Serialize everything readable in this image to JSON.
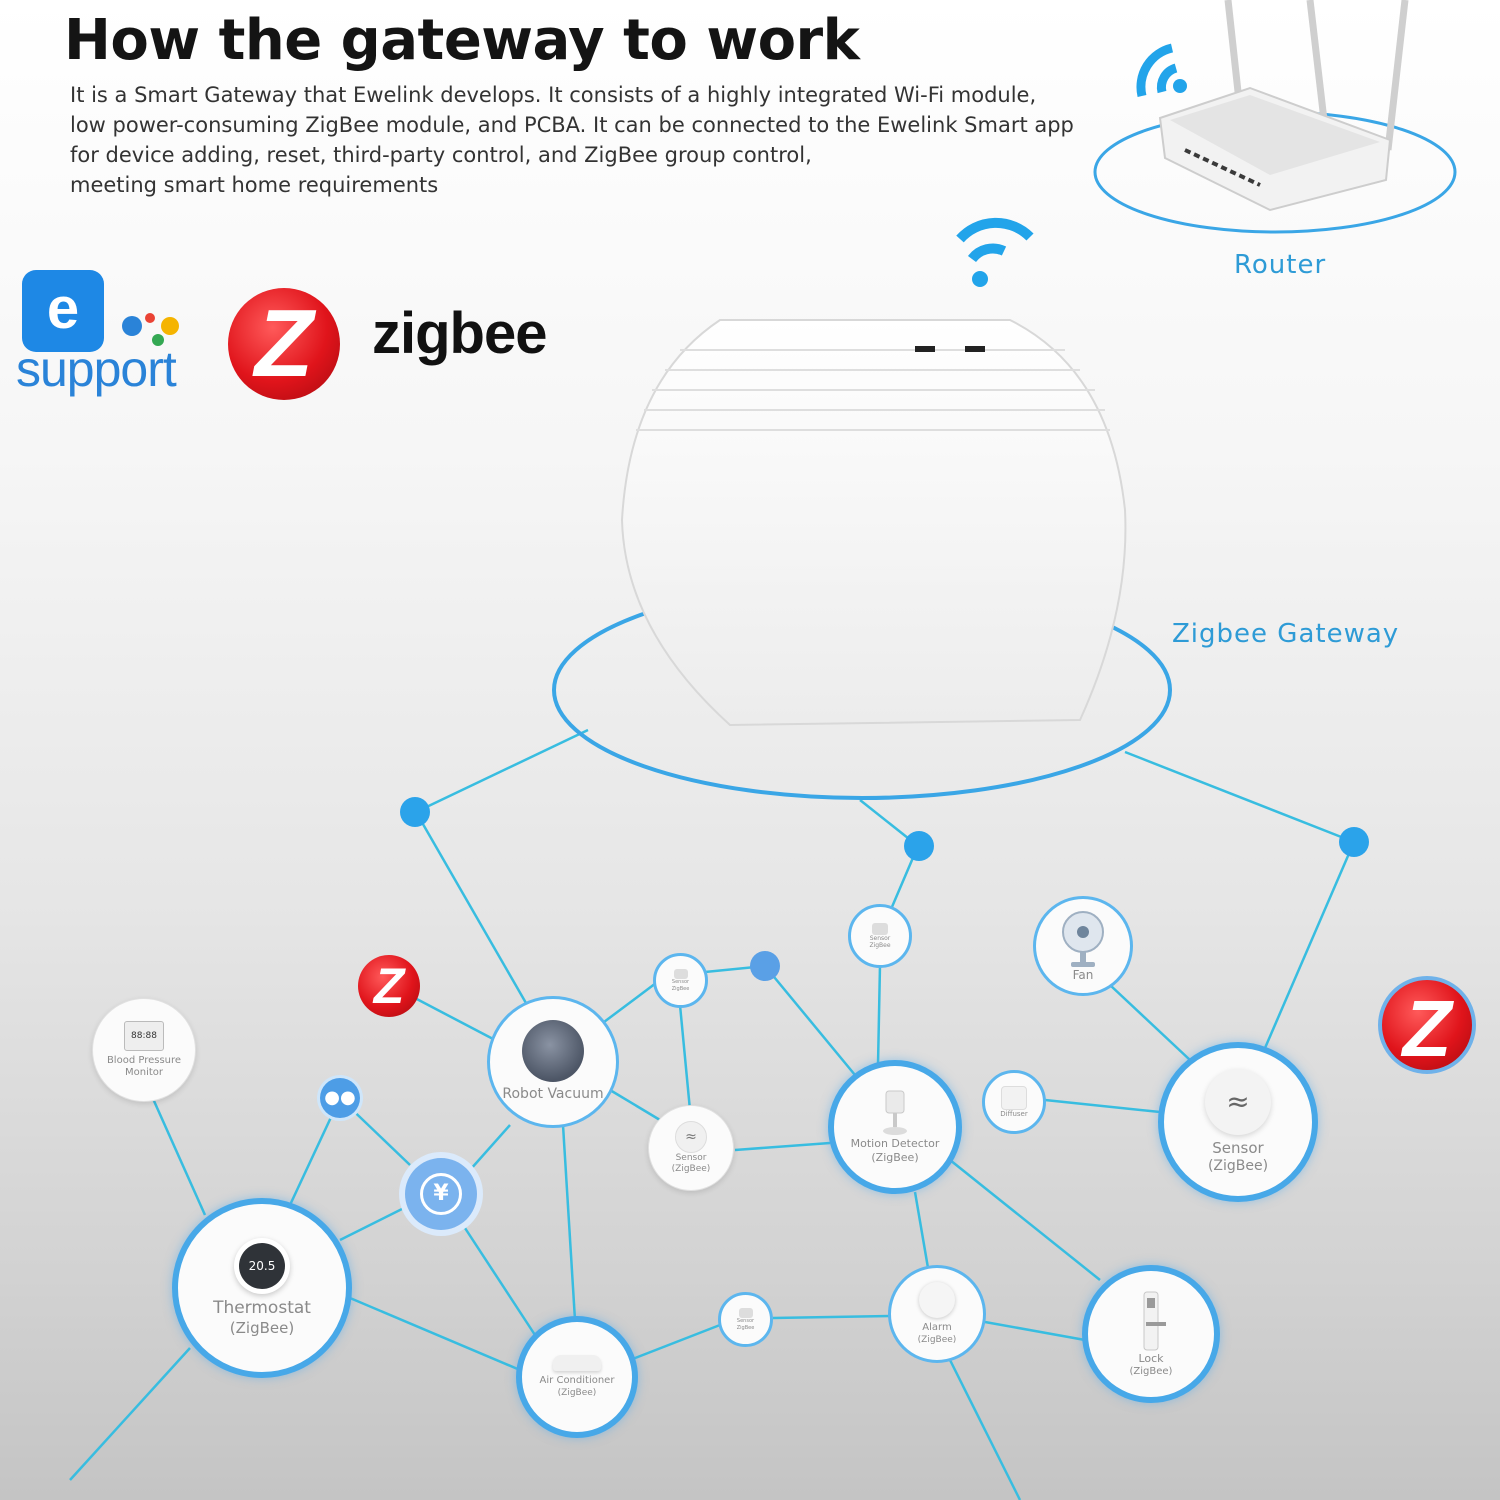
{
  "title": "How the gateway to work",
  "intro_lines": [
    "It is a  Smart Gateway that Ewelink develops. It consists of a highly integrated Wi-Fi module,",
    "low power-consuming ZigBee module, and PCBA. It can be connected to the Ewelink Smart app",
    "for device adding, reset, third-party control, and ZigBee group control,",
    "meeting smart home requirements"
  ],
  "router_label": "Router",
  "gateway_label": "Zigbee Gateway",
  "logos": {
    "ewelink_letter": "e",
    "support_word": "support",
    "zigbee_word": "zigbee",
    "zigbee_badge_letter": "Z"
  },
  "devices": {
    "blood_pressure": [
      "Blood Pressure",
      "Monitor"
    ],
    "blood_pressure_screen": "88:88",
    "robot_vacuum": [
      "Robot Vacuum"
    ],
    "thermostat": [
      "Thermostat",
      "(ZigBee)"
    ],
    "thermostat_reading": "20.5",
    "air_conditioner": [
      "Air Conditioner",
      "(ZigBee)"
    ],
    "motion_detector": [
      "Motion Detector",
      "(ZigBee)"
    ],
    "sensor_big": [
      "Sensor",
      "(ZigBee)"
    ],
    "sensor_small": [
      "Sensor",
      "(ZigBee)"
    ],
    "sensor_tiny_a": [
      "Sensor",
      "ZigBee"
    ],
    "sensor_tiny_b": [
      "Sensor",
      "ZigBee"
    ],
    "sensor_tiny_c": [
      "Sensor",
      "ZigBee"
    ],
    "fan": [
      "Fan"
    ],
    "diffuser": [
      "Diffuser"
    ],
    "alarm": [
      "Alarm",
      "(ZigBee)"
    ],
    "lock": [
      "Lock",
      "(ZigBee)"
    ],
    "yen_symbol": "¥"
  },
  "colors": {
    "accent_blue": "#47a8e8",
    "line_cyan": "#3fc2e0",
    "label_blue": "#2e9bd6",
    "zigbee_red": "#e0141b",
    "ewelink_blue": "#1e88e5"
  }
}
